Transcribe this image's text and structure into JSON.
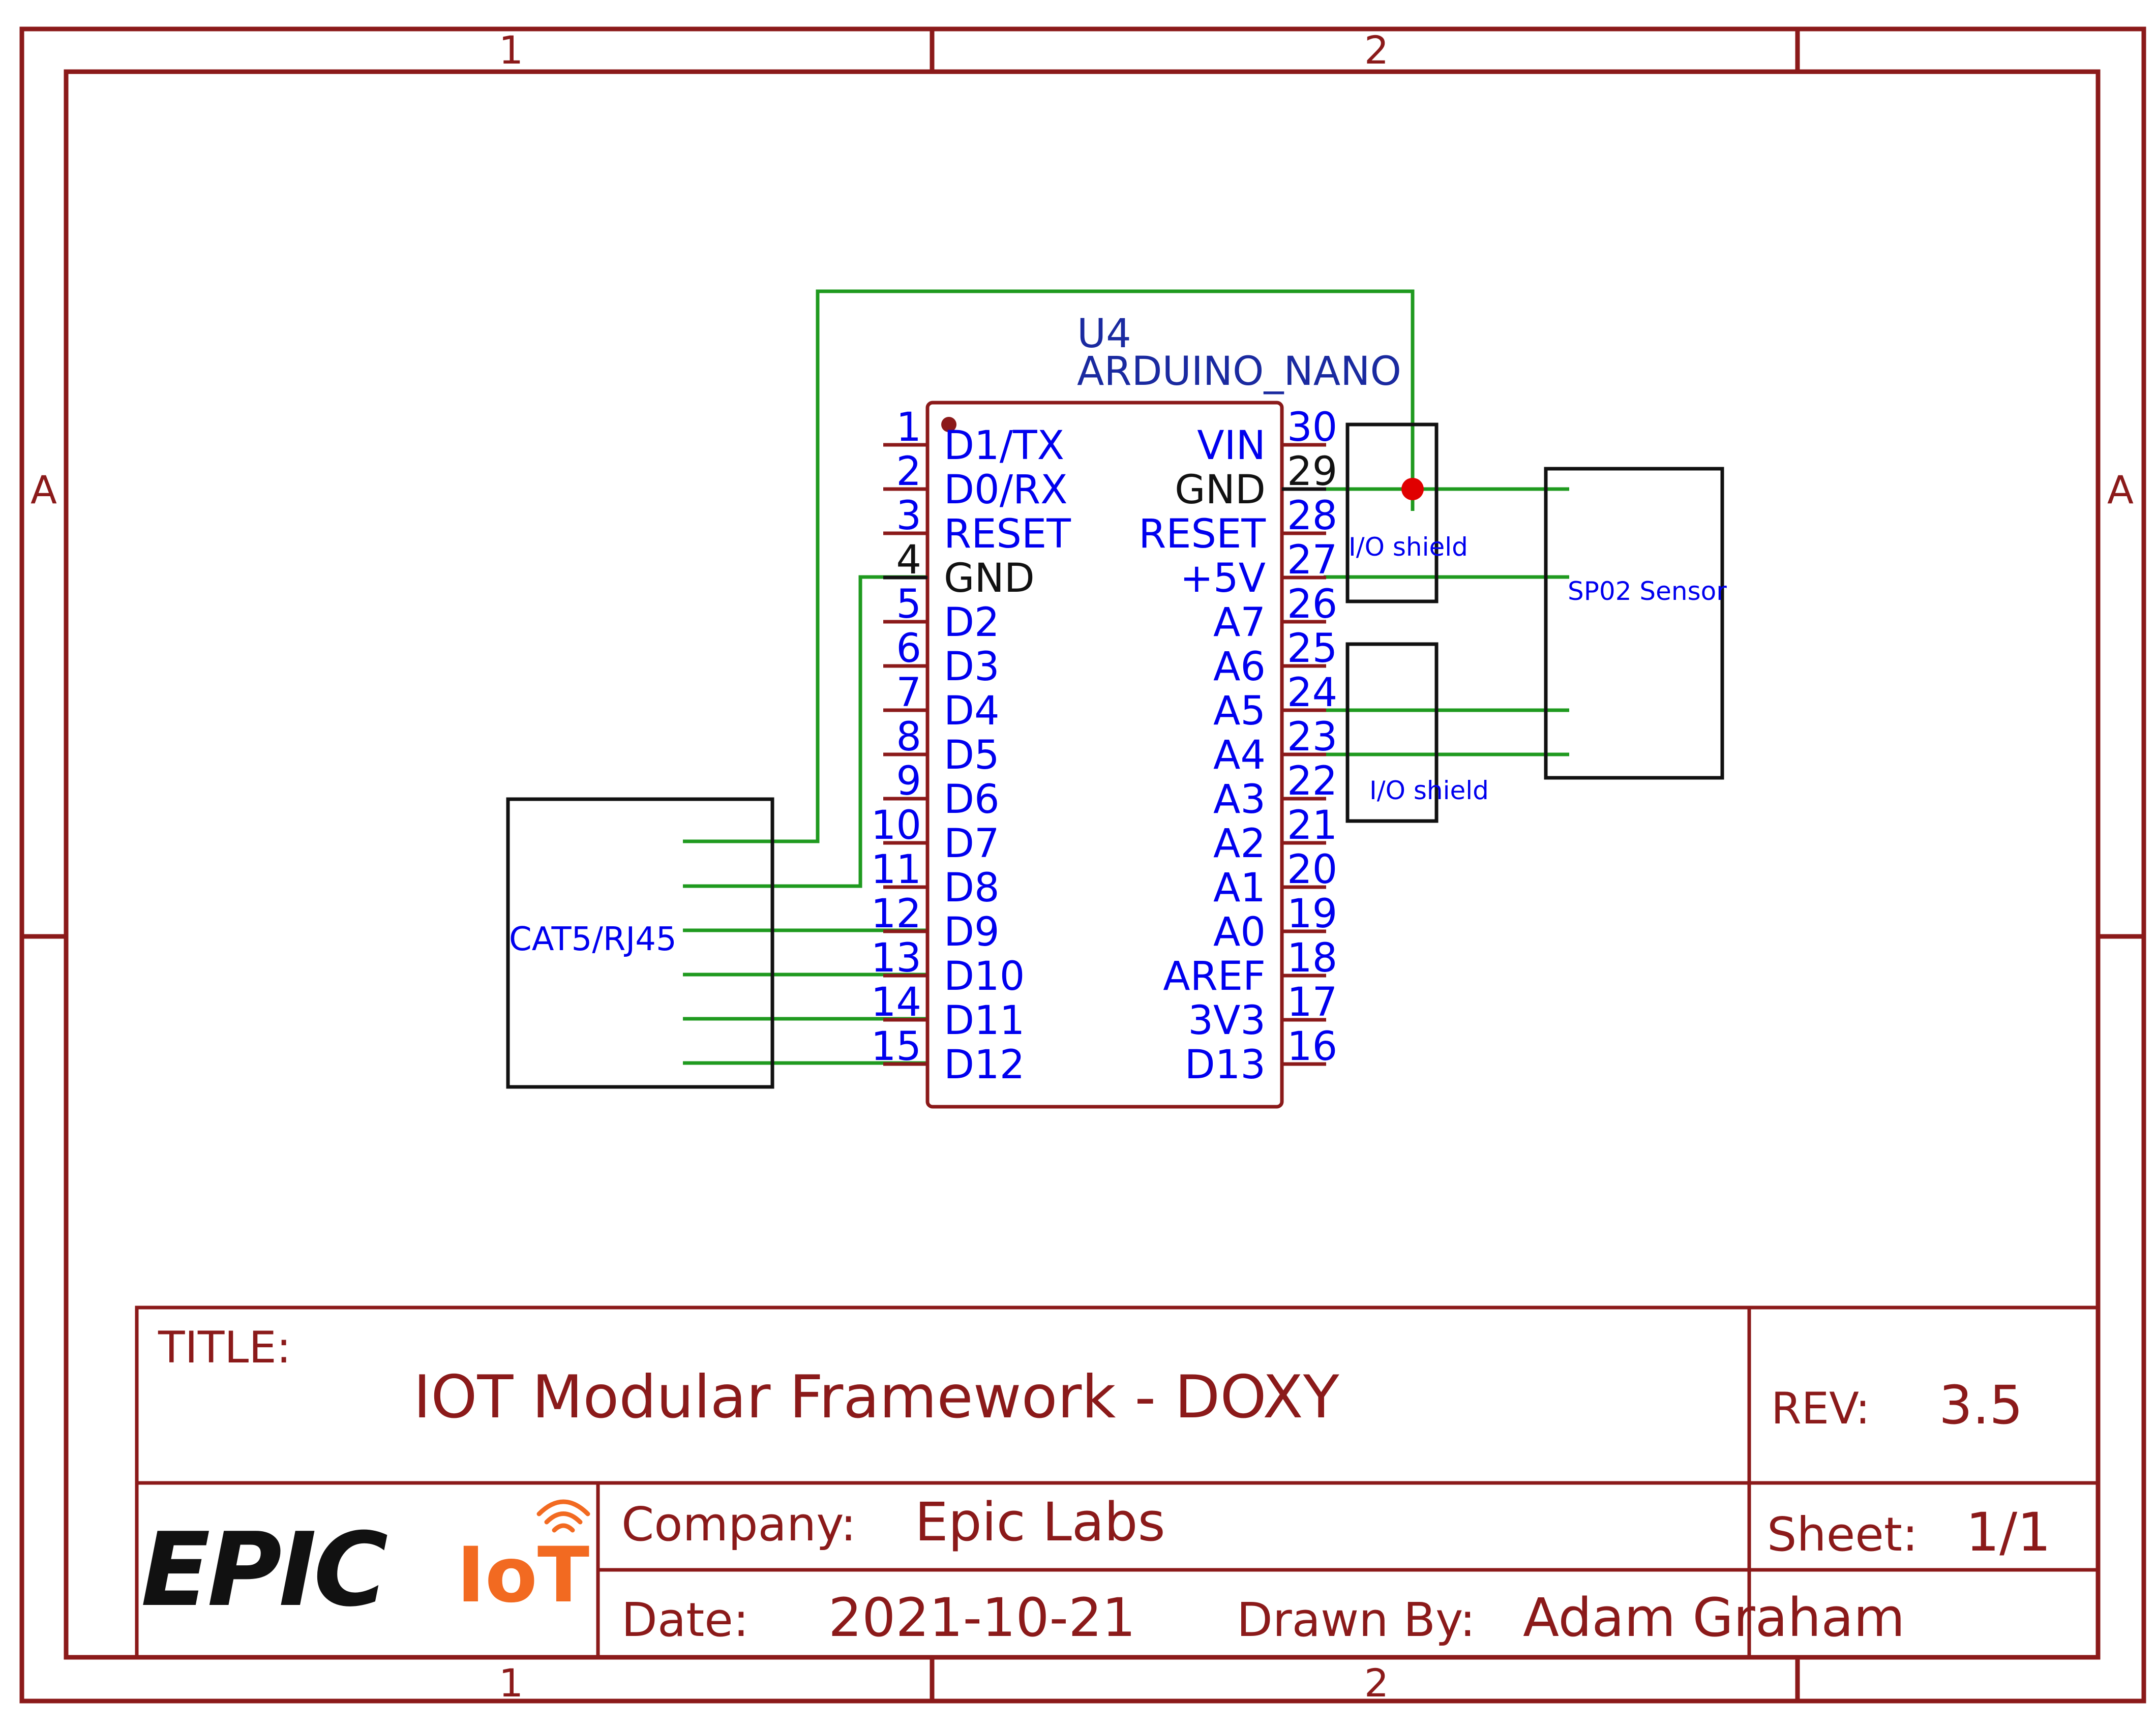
{
  "frame": {
    "zones_top": [
      "1",
      "2"
    ],
    "zones_bottom": [
      "1",
      "2"
    ],
    "zones_left": [
      "A"
    ],
    "zones_right": [
      "A"
    ]
  },
  "chip": {
    "ref": "U4",
    "value": "ARDUINO_NANO",
    "left_pins": [
      {
        "num": "1",
        "name": "D1/TX"
      },
      {
        "num": "2",
        "name": "D0/RX"
      },
      {
        "num": "3",
        "name": "RESET"
      },
      {
        "num": "4",
        "name": "GND",
        "black": true
      },
      {
        "num": "5",
        "name": "D2"
      },
      {
        "num": "6",
        "name": "D3"
      },
      {
        "num": "7",
        "name": "D4"
      },
      {
        "num": "8",
        "name": "D5"
      },
      {
        "num": "9",
        "name": "D6"
      },
      {
        "num": "10",
        "name": "D7"
      },
      {
        "num": "11",
        "name": "D8"
      },
      {
        "num": "12",
        "name": "D9"
      },
      {
        "num": "13",
        "name": "D10"
      },
      {
        "num": "14",
        "name": "D11"
      },
      {
        "num": "15",
        "name": "D12"
      }
    ],
    "right_pins": [
      {
        "num": "30",
        "name": "VIN"
      },
      {
        "num": "29",
        "name": "GND",
        "black": true
      },
      {
        "num": "28",
        "name": "RESET"
      },
      {
        "num": "27",
        "name": "+5V"
      },
      {
        "num": "26",
        "name": "A7"
      },
      {
        "num": "25",
        "name": "A6"
      },
      {
        "num": "24",
        "name": "A5"
      },
      {
        "num": "23",
        "name": "A4"
      },
      {
        "num": "22",
        "name": "A3"
      },
      {
        "num": "21",
        "name": "A2"
      },
      {
        "num": "20",
        "name": "A1"
      },
      {
        "num": "19",
        "name": "A0"
      },
      {
        "num": "18",
        "name": "AREF"
      },
      {
        "num": "17",
        "name": "3V3"
      },
      {
        "num": "16",
        "name": "D13"
      }
    ]
  },
  "parts": {
    "cat5": "CAT5/RJ45",
    "io_shield_top": "I/O shield",
    "io_shield_bottom": "I/O shield",
    "spo2": "SP02 Sensor"
  },
  "title_block": {
    "title_label": "TITLE:",
    "title": "IOT Modular Framework - DOXY",
    "rev_label": "REV:",
    "rev": "3.5",
    "company_label": "Company:",
    "company": "Epic Labs",
    "sheet_label": "Sheet:",
    "sheet": "1/1",
    "date_label": "Date:",
    "date": "2021-10-21",
    "drawn_by_label": "Drawn By:",
    "drawn_by": "Adam Graham",
    "logo_text_main": "EPIC",
    "logo_text_iot": "IoT"
  },
  "colors": {
    "frame": "#8b1a1a",
    "wire": "#1f9a1f",
    "label_blue": "#0000ee",
    "junction": "#e00000",
    "logo_orange": "#f26a21"
  }
}
